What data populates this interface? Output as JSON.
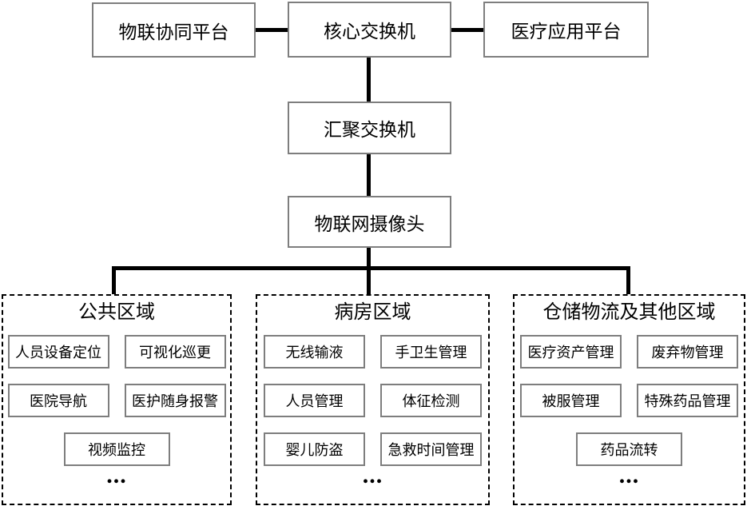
{
  "diagram": {
    "nodes": {
      "iot_platform": "物联协同平台",
      "core_switch": "核心交换机",
      "medical_platform": "医疗应用平台",
      "aggregation_switch": "汇聚交换机",
      "iot_camera": "物联网摄像头"
    },
    "groups": [
      {
        "title": "公共区域",
        "rows": [
          [
            "人员设备定位",
            "可视化巡更"
          ],
          [
            "医院导航",
            "医护随身报警"
          ],
          [
            "视频监控"
          ]
        ],
        "ellipsis": "..."
      },
      {
        "title": "病房区域",
        "rows": [
          [
            "无线输液",
            "手卫生管理"
          ],
          [
            "人员管理",
            "体征检测"
          ],
          [
            "婴儿防盗",
            "急救时间管理"
          ]
        ],
        "ellipsis": "..."
      },
      {
        "title": "仓储物流及其他区域",
        "rows": [
          [
            "医疗资产管理",
            "废弃物管理"
          ],
          [
            "被服管理",
            "特殊药品管理"
          ],
          [
            "药品流转"
          ]
        ],
        "ellipsis": "..."
      }
    ],
    "colors": {
      "node_border": "#7e7e7e",
      "group_border": "#000000",
      "connector": "#000000",
      "text": "#000000",
      "background": "#ffffff"
    }
  }
}
